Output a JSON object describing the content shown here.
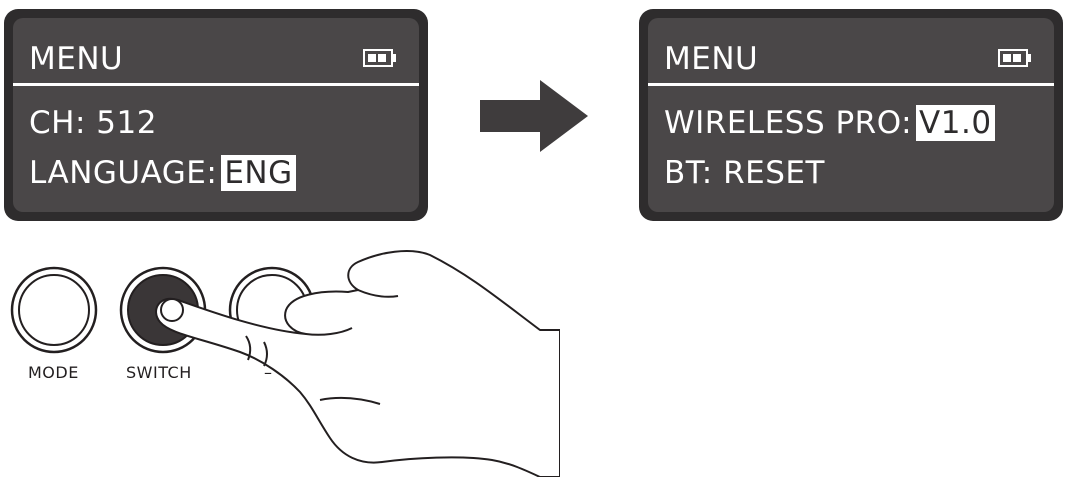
{
  "left_screen": {
    "title": "MENU",
    "line1": "CH: 512",
    "line2_label": "LANGUAGE:",
    "line2_value": "ENG"
  },
  "right_screen": {
    "title": "MENU",
    "line1_label": "WIRELESS PRO:",
    "line1_value": "V1.0",
    "line2": "BT: RESET"
  },
  "buttons": {
    "mode_label": "MODE",
    "switch_label": "SWITCH",
    "third_label": "–"
  },
  "arrow_icon": "right-arrow-icon",
  "battery_icon": "battery-icon",
  "colors": {
    "screen_bezel": "#2e2c2d",
    "screen_face": "#4a4748",
    "text": "#ffffff",
    "pressed_button": "#3a3637"
  }
}
